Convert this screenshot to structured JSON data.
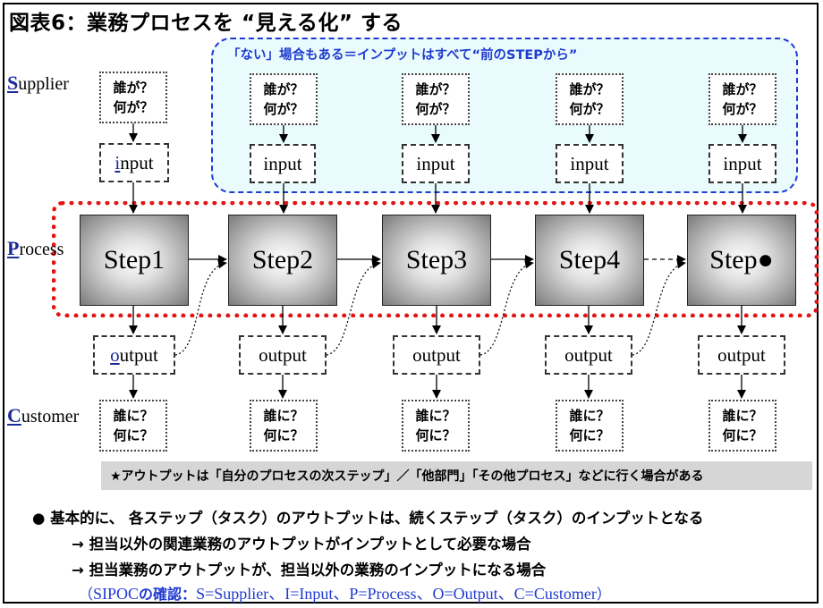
{
  "title": "図表6：業務プロセスを “見える化” する",
  "rows": {
    "supplier": {
      "cap": "S",
      "rest": "upplier"
    },
    "process": {
      "cap": "P",
      "rest": "rocess"
    },
    "customer": {
      "cap": "C",
      "rest": "ustomer"
    }
  },
  "input_band_caption": "「ない」場合もある＝インプットはすべて“前のSTEPから”",
  "supplier_question": {
    "line1": "誰が？",
    "line2": "何が？"
  },
  "customer_question": {
    "line1": "誰に？",
    "line2": "何に？"
  },
  "input_label": "input",
  "input_label_first": {
    "first": "i",
    "rest": "nput"
  },
  "output_label": "output",
  "output_label_first": {
    "first": "o",
    "rest": "utput"
  },
  "steps": [
    "Step1",
    "Step2",
    "Step3",
    "Step4",
    "Step●"
  ],
  "note": "★アウトプットは「自分のプロセスの次ステップ」／「他部門」「その他プロセス」などに行く場合がある",
  "bullets": [
    "●  基本的に、  各ステップ（タスク）のアウトプットは、続くステップ（タスク）のインプットとなる",
    "→  担当以外の関連業務のアウトプットがインプットとして必要な場合",
    "→  担当業務のアウトプットが、担当以外の業務のインプットになる場合"
  ],
  "sipoc": {
    "open": "（",
    "term": "SIPOC",
    "label": "の確認：",
    "text": "S=Supplier、I=Input、P=Process、O=Output、C=Customer",
    "close": "）"
  },
  "colors": {
    "accent_blue": "#1f3bd0",
    "process_red": "#e31414",
    "input_band_bg": "#e9fbfd",
    "note_bg": "#d6d6d6"
  }
}
